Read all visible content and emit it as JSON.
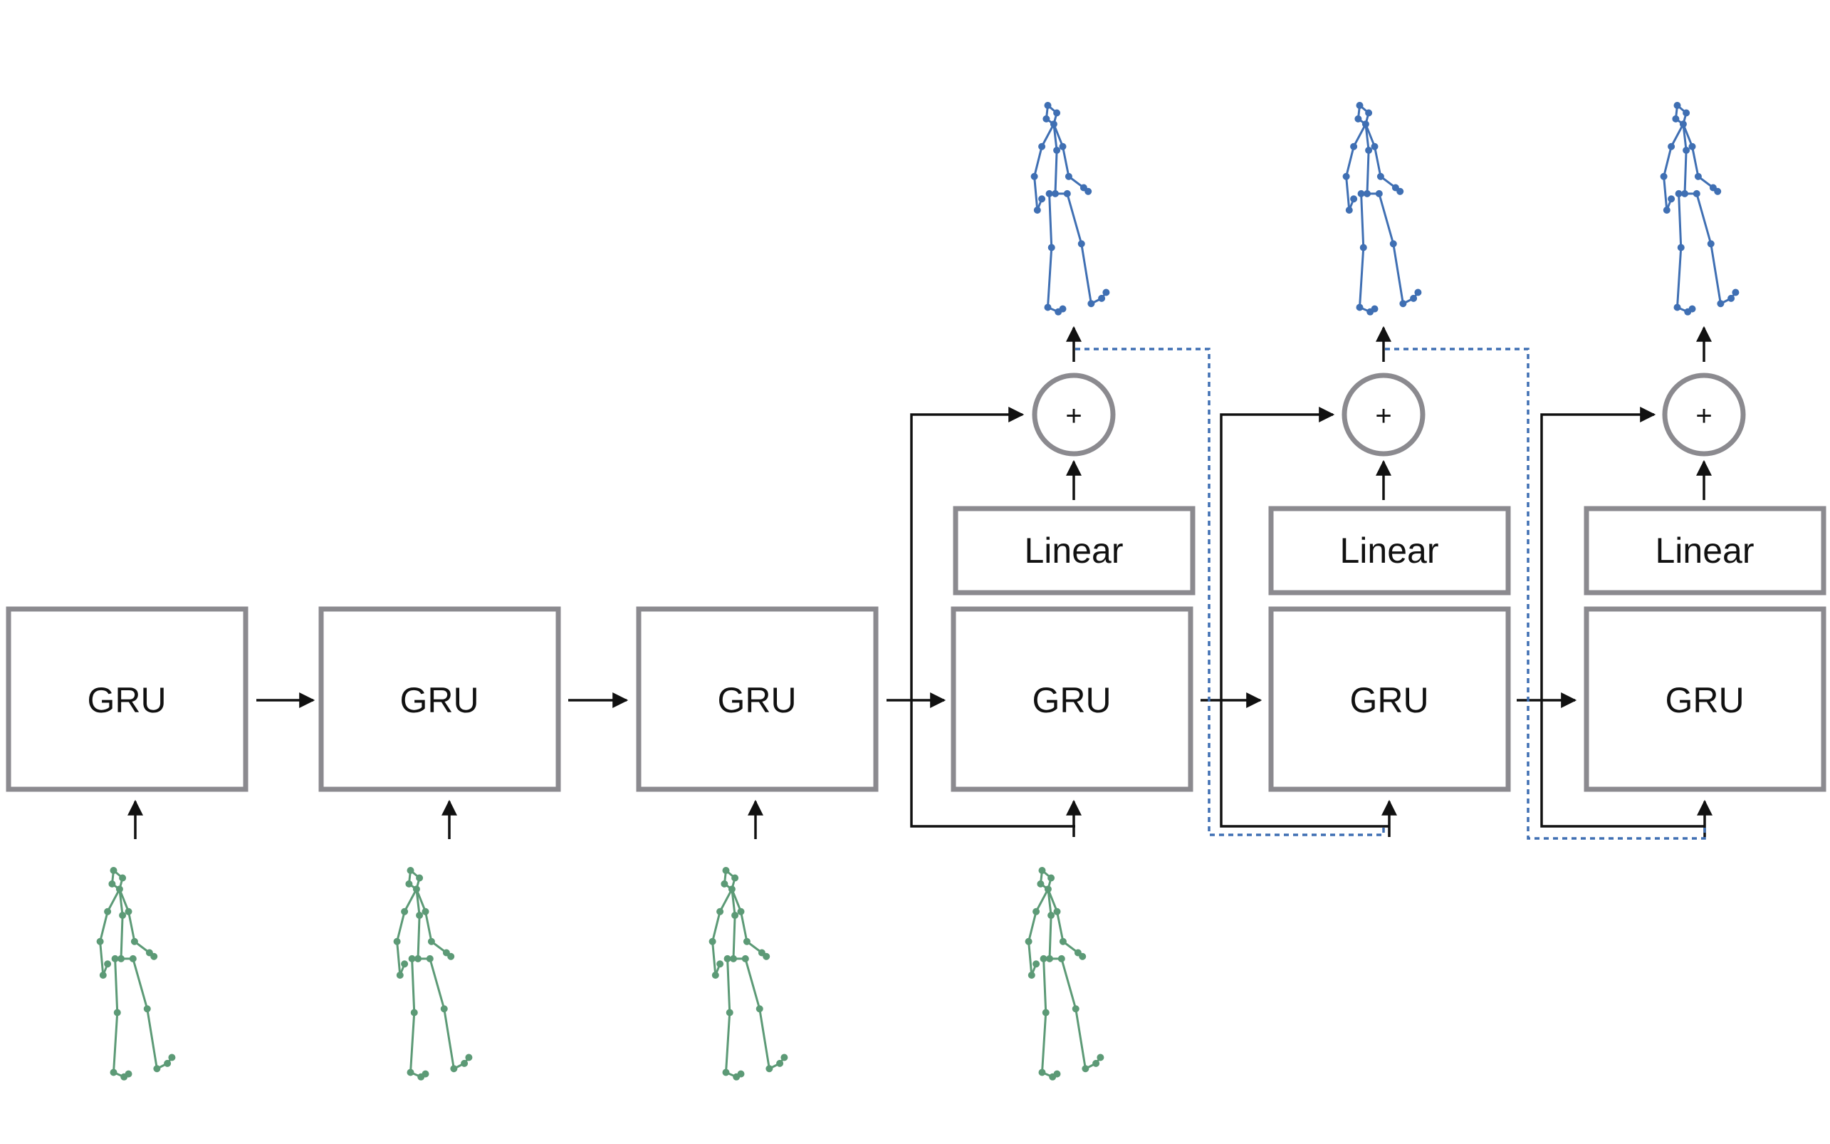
{
  "gru_label": "GRU",
  "linear_label": "Linear",
  "sum_symbol": "+",
  "colors": {
    "box_stroke": "#8b8a8f",
    "arrow": "#111111",
    "input_pose": "#5c9a76",
    "output_pose": "#3f6fb3",
    "residual_dash": "#3f6fb3"
  },
  "encoder_steps": 3,
  "decoder_steps": 3,
  "input_poses": 4,
  "output_poses": 3
}
